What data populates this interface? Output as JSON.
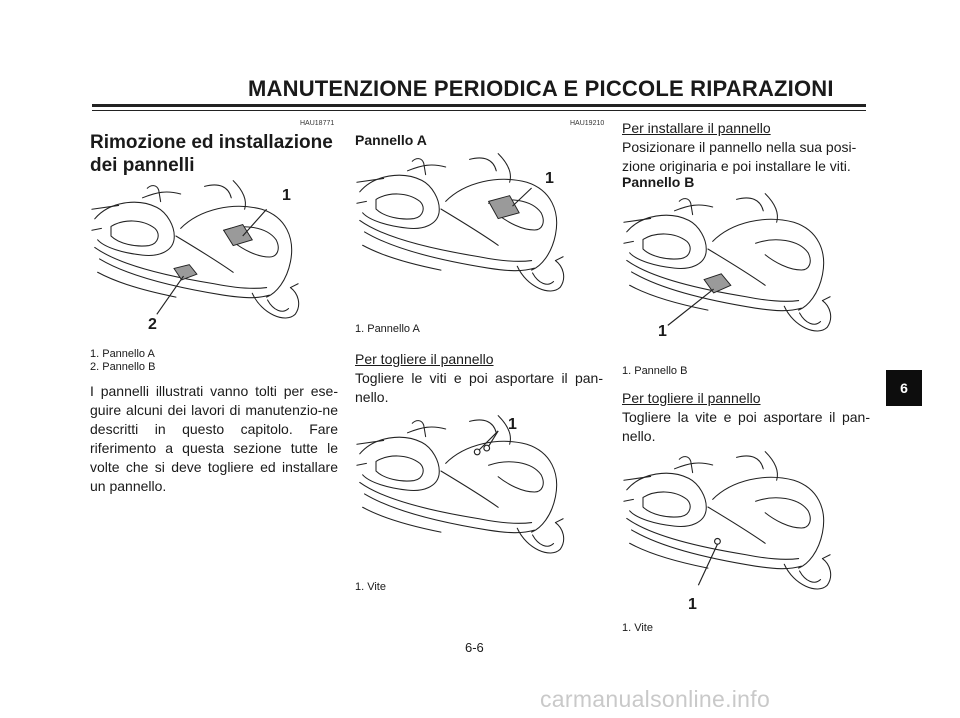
{
  "header": {
    "title": "MANUTENZIONE PERIODICA E PICCOLE RIPARAZIONI"
  },
  "col1": {
    "code": "HAU18771",
    "title_line1": "Rimozione ed installazione",
    "title_line2": "dei pannelli",
    "figure": {
      "callout_1": "1",
      "callout_2": "2"
    },
    "captions": [
      "1. Pannello A",
      "2. Pannello B"
    ],
    "paragraph": "I pannelli illustrati vanno tolti per ese-guire alcuni dei lavori di manutenzio-ne descritti in questo capitolo. Fare riferimento a questa sezione tutte le volte che si deve togliere ed installare un pannello."
  },
  "col2": {
    "code": "HAU19210",
    "subtitle": "Pannello A",
    "figure1": {
      "callout_1": "1"
    },
    "caption1": "1. Pannello A",
    "remove_heading": "Per togliere il pannello",
    "remove_text": "Togliere le viti e poi asportare il pan-nello.",
    "figure2": {
      "callout_1": "1"
    },
    "caption2": "1. Vite"
  },
  "col3": {
    "install_heading": "Per installare il pannello",
    "install_text": "Posizionare il pannello nella sua posi-zione originaria e poi installare le viti.",
    "subtitle": "Pannello B",
    "figure1": {
      "callout_1": "1"
    },
    "caption1": "1. Pannello B",
    "remove_heading": "Per togliere il pannello",
    "remove_text": "Togliere la vite e poi asportare il pan-nello.",
    "figure2": {
      "callout_1": "1"
    },
    "caption2": "1. Vite"
  },
  "side_tab": "6",
  "page_number": "6-6",
  "watermark": "carmanualsonline.info",
  "colors": {
    "ink": "#1a1a1a",
    "panel_fill": "#9a9a9a",
    "tab": "#0d0d0d",
    "watermark": "#c9c9c9"
  }
}
